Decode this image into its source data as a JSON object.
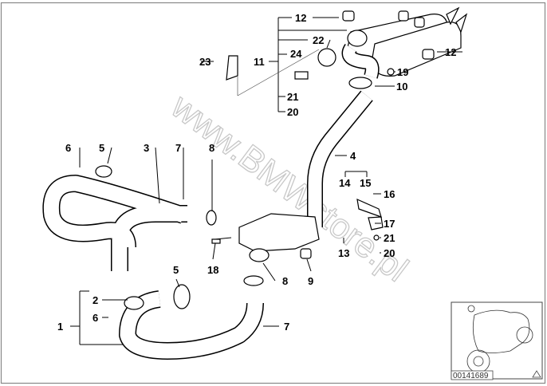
{
  "watermark": "www.BMWstore.pl",
  "diagram_code": "00141689",
  "callouts": {
    "c12a": "12",
    "c12b": "12",
    "c22": "22",
    "c24": "24",
    "c23": "23",
    "c11": "11",
    "c19": "19",
    "c10": "10",
    "c21a": "21",
    "c20a": "20",
    "c6a": "6",
    "c5a": "5",
    "c3": "3",
    "c7a": "7",
    "c8a": "8",
    "c4": "4",
    "c14": "14",
    "c15": "15",
    "c16": "16",
    "c17": "17",
    "c21b": "21",
    "c13": "13",
    "c20b": "20",
    "c18": "18",
    "c8b": "8",
    "c9": "9",
    "c5b": "5",
    "c2": "2",
    "c6b": "6",
    "c1": "1",
    "c7b": "7"
  },
  "colors": {
    "frame": "#888888",
    "watermark": "#c8c8c8"
  }
}
